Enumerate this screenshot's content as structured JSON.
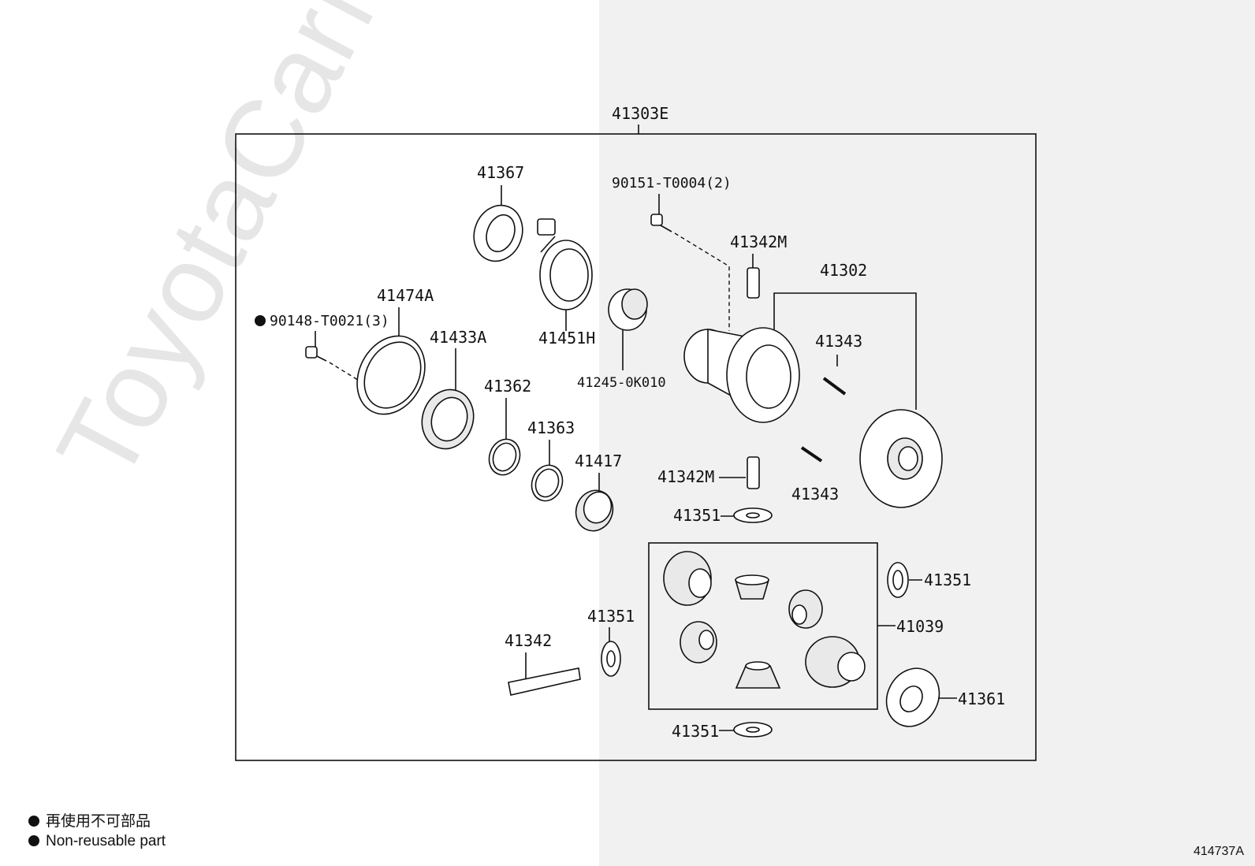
{
  "watermark": "ToyotaCarMine.ru",
  "assembly_label": "41303E",
  "parts": [
    {
      "key": "p41367",
      "label": "41367"
    },
    {
      "key": "p90151",
      "label": "90151-T0004(2)"
    },
    {
      "key": "p41342M_top",
      "label": "41342M"
    },
    {
      "key": "p41302",
      "label": "41302"
    },
    {
      "key": "p41474A",
      "label": "41474A"
    },
    {
      "key": "p90148",
      "label": "90148-T0021(3)"
    },
    {
      "key": "p41433A",
      "label": "41433A"
    },
    {
      "key": "p41451H",
      "label": "41451H"
    },
    {
      "key": "p41245",
      "label": "41245-0K010"
    },
    {
      "key": "p41343_top",
      "label": "41343"
    },
    {
      "key": "p41362",
      "label": "41362"
    },
    {
      "key": "p41363",
      "label": "41363"
    },
    {
      "key": "p41417",
      "label": "41417"
    },
    {
      "key": "p41342M_mid",
      "label": "41342M"
    },
    {
      "key": "p41343_mid",
      "label": "41343"
    },
    {
      "key": "p41351_a",
      "label": "41351"
    },
    {
      "key": "p41351_b",
      "label": "41351"
    },
    {
      "key": "p41039",
      "label": "41039"
    },
    {
      "key": "p41351_c",
      "label": "41351"
    },
    {
      "key": "p41342",
      "label": "41342"
    },
    {
      "key": "p41361",
      "label": "41361"
    },
    {
      "key": "p41351_d",
      "label": "41351"
    }
  ],
  "legend": {
    "line_jp": "再使用不可部品",
    "line_en": "Non-reusable part"
  },
  "figure_id": "414737A"
}
